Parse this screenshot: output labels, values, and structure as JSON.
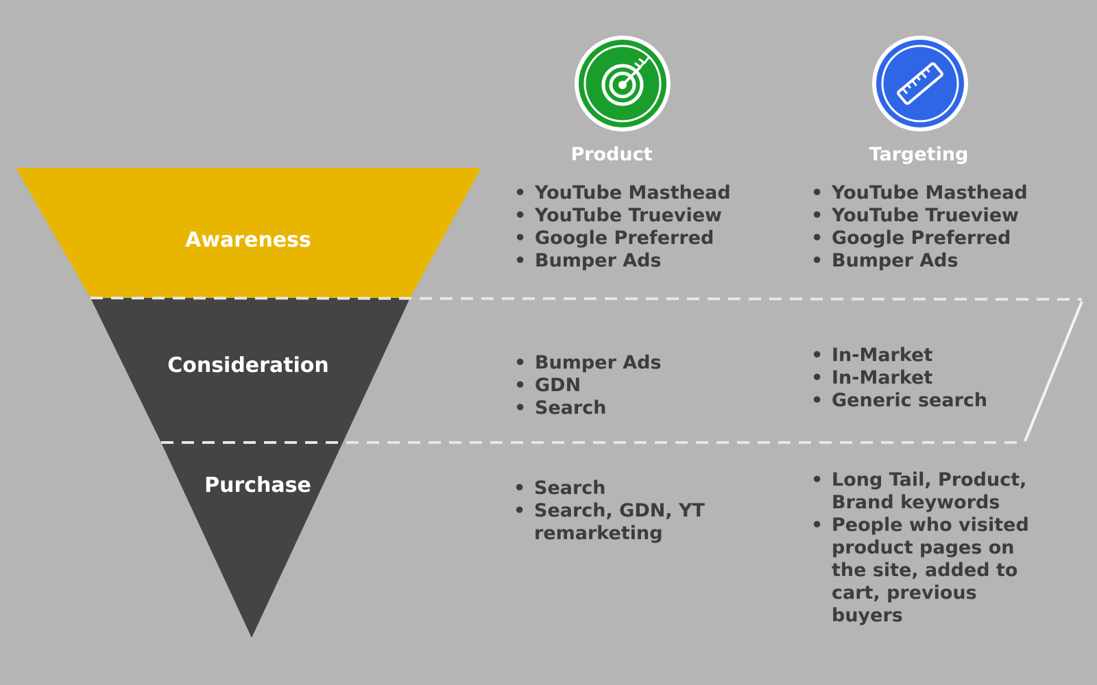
{
  "columns": {
    "product": {
      "title": "Product",
      "icon": "target-icon",
      "icon_color": "#1a9e2b"
    },
    "targeting": {
      "title": "Targeting",
      "icon": "ruler-icon",
      "icon_color": "#2f66e6"
    }
  },
  "stages": [
    {
      "label": "Awareness",
      "color": "#e8b600",
      "label_color": "#ffffff",
      "product": [
        "YouTube Masthead",
        "YouTube Trueview",
        "Google Preferred",
        "Bumper Ads"
      ],
      "targeting": [
        "YouTube Masthead",
        "YouTube Trueview",
        "Google Preferred",
        "Bumper Ads"
      ]
    },
    {
      "label": "Consideration",
      "color": "#444444",
      "label_color": "#ffffff",
      "product": [
        "Bumper Ads",
        "GDN",
        "Search"
      ],
      "targeting": [
        "In-Market",
        "In-Market",
        "Generic search"
      ]
    },
    {
      "label": "Purchase",
      "color": "#444444",
      "label_color": "#ffffff",
      "product": [
        "Search",
        "Search, GDN, YT remarketing"
      ],
      "targeting": [
        "Long Tail, Product, Brand keywords",
        "People who visited product pages on the site, added to cart, previous buyers"
      ]
    }
  ],
  "colors": {
    "background": "#b5b5b5",
    "text": "#3d3d3d",
    "dashed_line": "#e6e6e6"
  }
}
